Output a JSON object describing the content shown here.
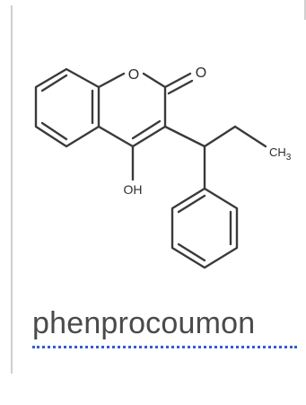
{
  "molecule": {
    "name": "phenprocoumon",
    "atoms": {
      "ring_oxygen": "O",
      "carbonyl_oxygen": "O",
      "hydroxyl": "OH",
      "methyl_carbon": "CH",
      "methyl_subscript": "3"
    }
  },
  "colors": {
    "bond": "#3a3a3a",
    "caption_text": "#4a4a4a",
    "link_underline": "#2f5fcf",
    "frame": "#cfcfcf"
  }
}
